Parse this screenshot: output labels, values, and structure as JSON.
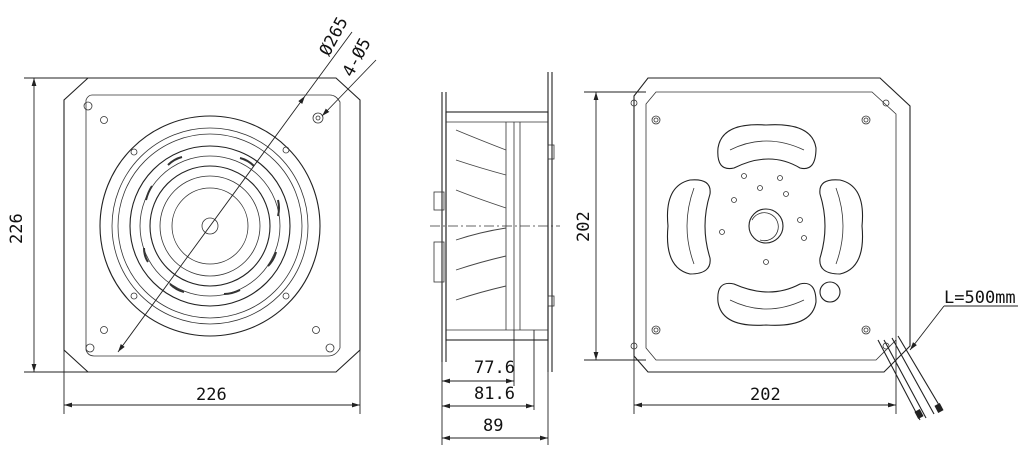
{
  "front_view": {
    "width_label": "226",
    "height_label": "226",
    "diameter_label": "Ø265",
    "holes_label": "4-Ø5"
  },
  "side_view": {
    "depth_labels": [
      "77.6",
      "81.6",
      "89"
    ]
  },
  "rear_view": {
    "width_label": "202",
    "height_label": "202",
    "cable_label": "L=500mm"
  }
}
